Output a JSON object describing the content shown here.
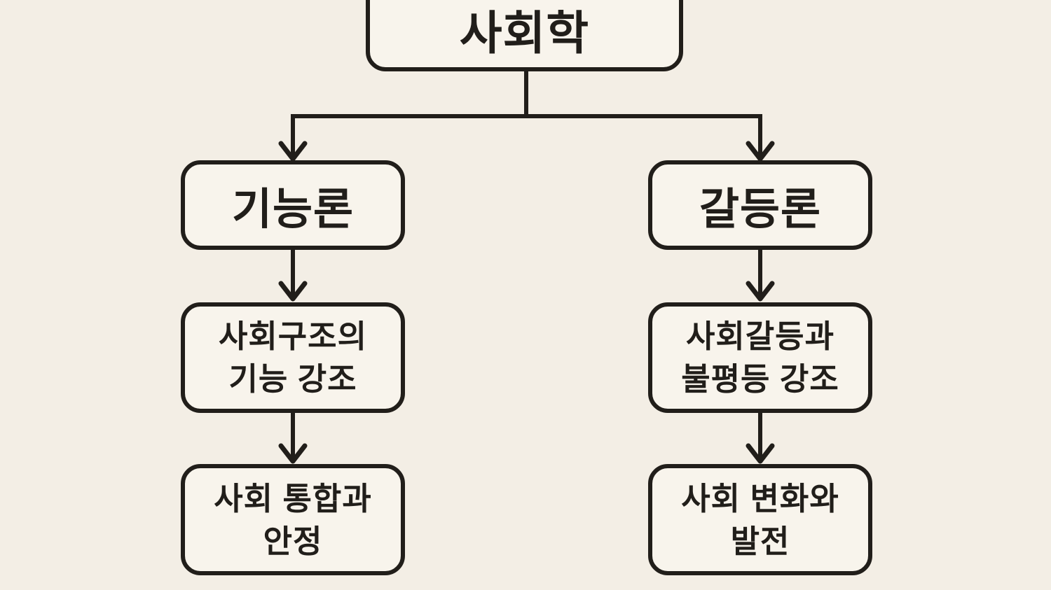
{
  "palette": {
    "background": "#f3eee5",
    "box_fill": "#f8f4ec",
    "line_color": "#211e1a"
  },
  "diagram": {
    "type": "flowchart",
    "direction": "top-down",
    "root": {
      "label": "사회학"
    },
    "branches": [
      {
        "id": "functionalism",
        "title": "기능론",
        "middle_line1": "사회구조의",
        "middle_line2": "기능 강조",
        "bottom_line1": "사회 통합과",
        "bottom_line2": "안정"
      },
      {
        "id": "conflict-theory",
        "title": "갈등론",
        "middle_line1": "사회갈등과",
        "middle_line2": "불평등 강조",
        "bottom_line1": "사회 변화와",
        "bottom_line2": "발전"
      }
    ],
    "edges": [
      "사회학 -> 기능론",
      "사회학 -> 갈등론",
      "기능론 -> 사회구조의 기능 강조",
      "사회구조의 기능 강조 -> 사회 통합과 안정",
      "갈등론 -> 사회갈등과 불평등 강조",
      "사회갈등과 불평등 강조 -> 사회 변화와 발전"
    ]
  }
}
